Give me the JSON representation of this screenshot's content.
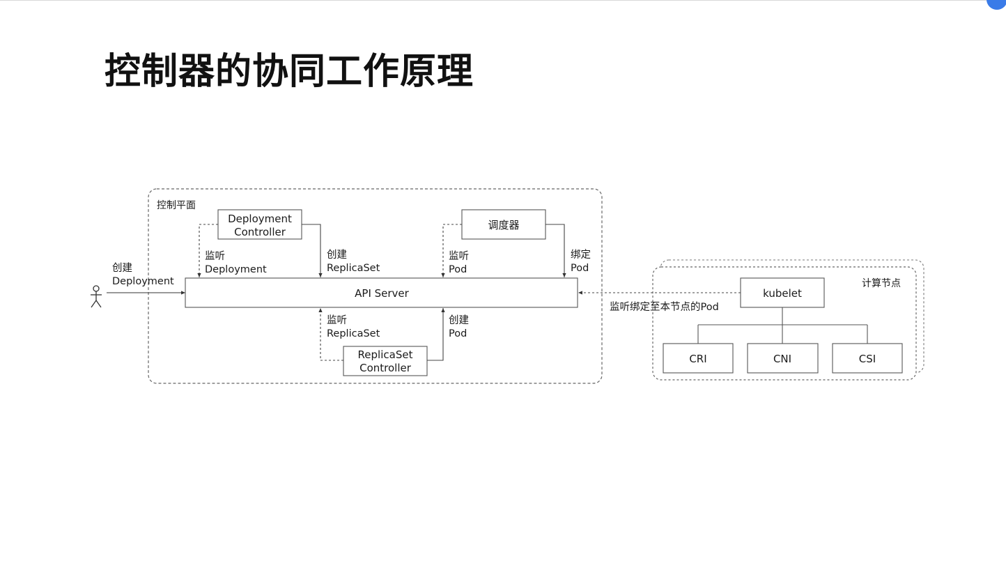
{
  "slide": {
    "title": "控制器的协同工作原理"
  },
  "diagram": {
    "control_plane": {
      "label": "控制平面"
    },
    "compute_node": {
      "label": "计算节点"
    },
    "actor": {
      "icon": "user-icon",
      "edge_label_line1": "创建",
      "edge_label_line2": "Deployment"
    },
    "nodes": {
      "deployment_controller": {
        "line1": "Deployment",
        "line2": "Controller"
      },
      "scheduler": {
        "label": "调度器"
      },
      "api_server": {
        "label": "API Server"
      },
      "replicaset_controller": {
        "line1": "ReplicaSet",
        "line2": "Controller"
      },
      "kubelet": {
        "label": "kubelet"
      },
      "cri": {
        "label": "CRI"
      },
      "cni": {
        "label": "CNI"
      },
      "csi": {
        "label": "CSI"
      }
    },
    "edges": {
      "watch_deployment": {
        "line1": "监听",
        "line2": "Deployment"
      },
      "create_replicaset": {
        "line1": "创建",
        "line2": "ReplicaSet"
      },
      "watch_pod": {
        "line1": "监听",
        "line2": "Pod"
      },
      "bind_pod": {
        "line1": "绑定",
        "line2": "Pod"
      },
      "watch_replicaset": {
        "line1": "监听",
        "line2": "ReplicaSet"
      },
      "create_pod": {
        "line1": "创建",
        "line2": "Pod"
      },
      "watch_bound_pod": {
        "label": "监听绑定至本节点的Pod"
      }
    }
  }
}
